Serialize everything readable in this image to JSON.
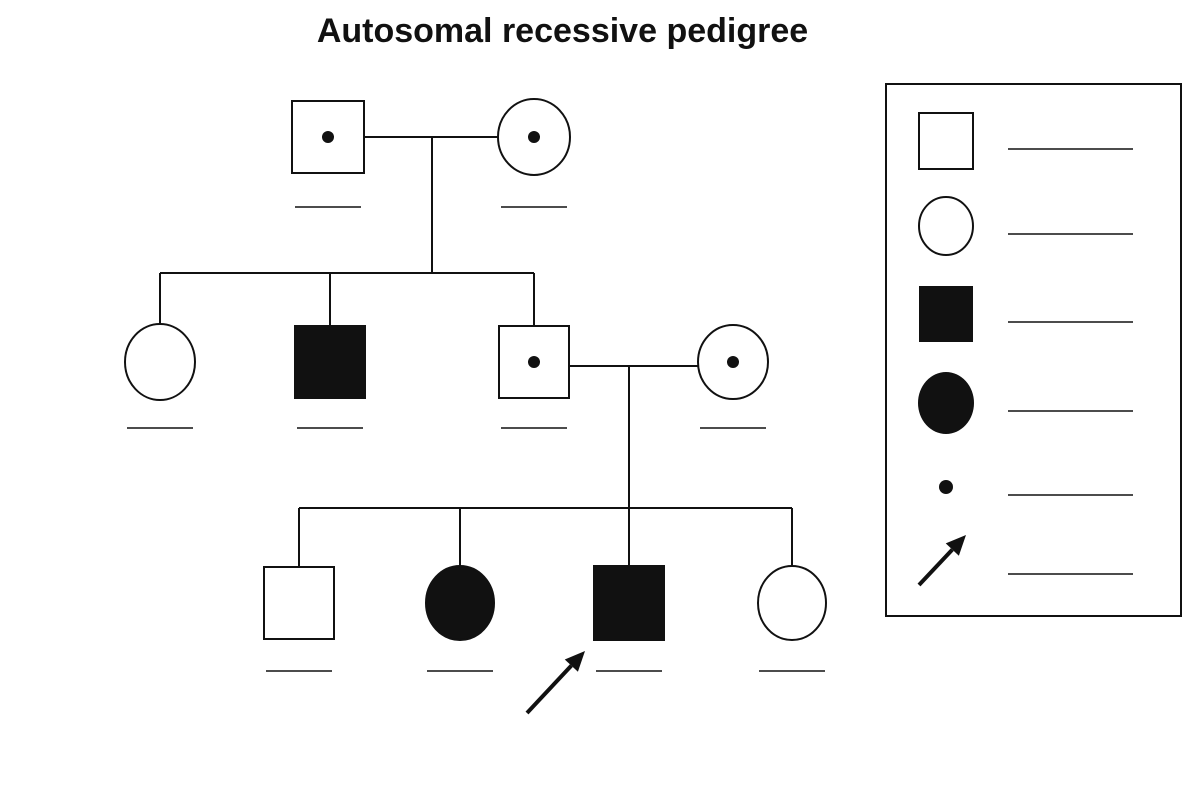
{
  "title": "Autosomal recessive pedigree",
  "colors": {
    "ink": "#111111",
    "background": "#ffffff"
  },
  "pedigree": {
    "generations": [
      {
        "members": [
          {
            "id": "I-1",
            "sex": "male",
            "status": "carrier"
          },
          {
            "id": "I-2",
            "sex": "female",
            "status": "carrier"
          }
        ]
      },
      {
        "members": [
          {
            "id": "II-1",
            "sex": "female",
            "status": "unaffected"
          },
          {
            "id": "II-2",
            "sex": "male",
            "status": "affected"
          },
          {
            "id": "II-3",
            "sex": "male",
            "status": "carrier"
          },
          {
            "id": "II-4",
            "sex": "female",
            "status": "carrier"
          }
        ]
      },
      {
        "members": [
          {
            "id": "III-1",
            "sex": "male",
            "status": "unaffected"
          },
          {
            "id": "III-2",
            "sex": "female",
            "status": "affected"
          },
          {
            "id": "III-3",
            "sex": "male",
            "status": "affected",
            "proband": true
          },
          {
            "id": "III-4",
            "sex": "female",
            "status": "unaffected"
          }
        ]
      }
    ],
    "couples": [
      {
        "partners": [
          "I-1",
          "I-2"
        ],
        "children": [
          "II-1",
          "II-2",
          "II-3"
        ]
      },
      {
        "partners": [
          "II-3",
          "II-4"
        ],
        "children": [
          "III-1",
          "III-2",
          "III-3",
          "III-4"
        ]
      }
    ]
  },
  "legend": {
    "entries": [
      {
        "symbol": "unaffected-male",
        "label": ""
      },
      {
        "symbol": "unaffected-female",
        "label": ""
      },
      {
        "symbol": "affected-male",
        "label": ""
      },
      {
        "symbol": "affected-female",
        "label": ""
      },
      {
        "symbol": "carrier-dot",
        "label": ""
      },
      {
        "symbol": "proband-arrow",
        "label": ""
      }
    ]
  }
}
